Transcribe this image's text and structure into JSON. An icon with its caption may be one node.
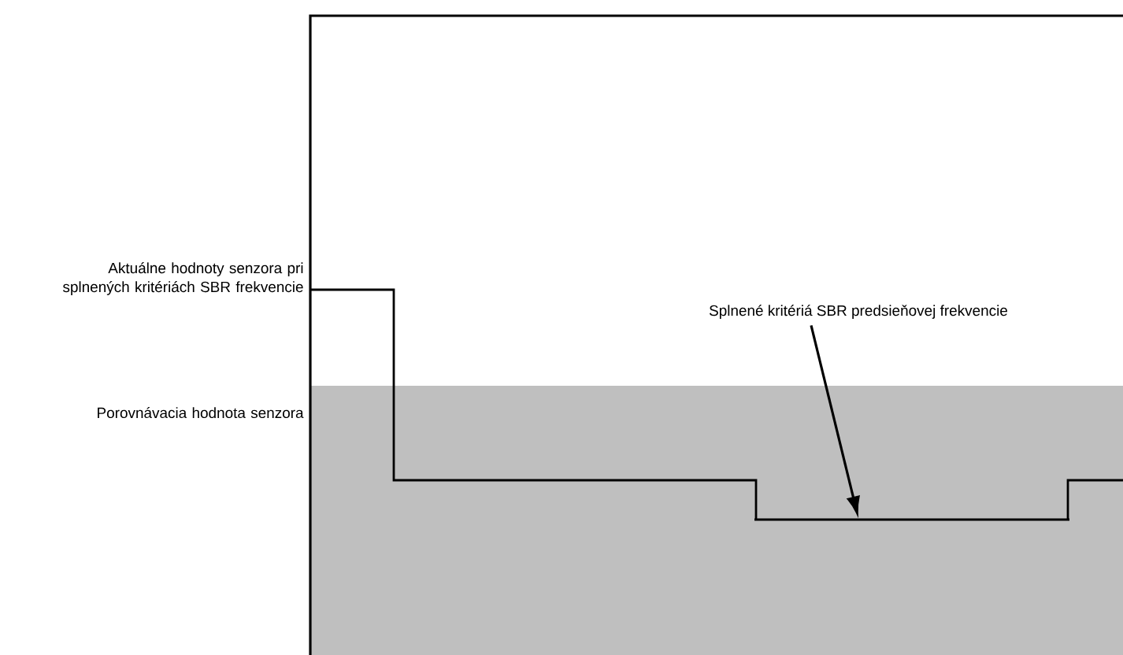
{
  "diagram": {
    "nodes": [
      {
        "text": [
          "Splnené kritériá SBR predsieňovej frekvencie"
        ]
      },
      {
        "text": [],
        "shape": "bar"
      }
    ],
    "edges": [
      {
        "from": 0,
        "to": 1,
        "arrow": "to"
      }
    ],
    "labels": [
      "Aktuálne hodnoty senzora pri splnených kritériách SBR frekvencie",
      "Porovnávacia hodnota senzora"
    ]
  }
}
